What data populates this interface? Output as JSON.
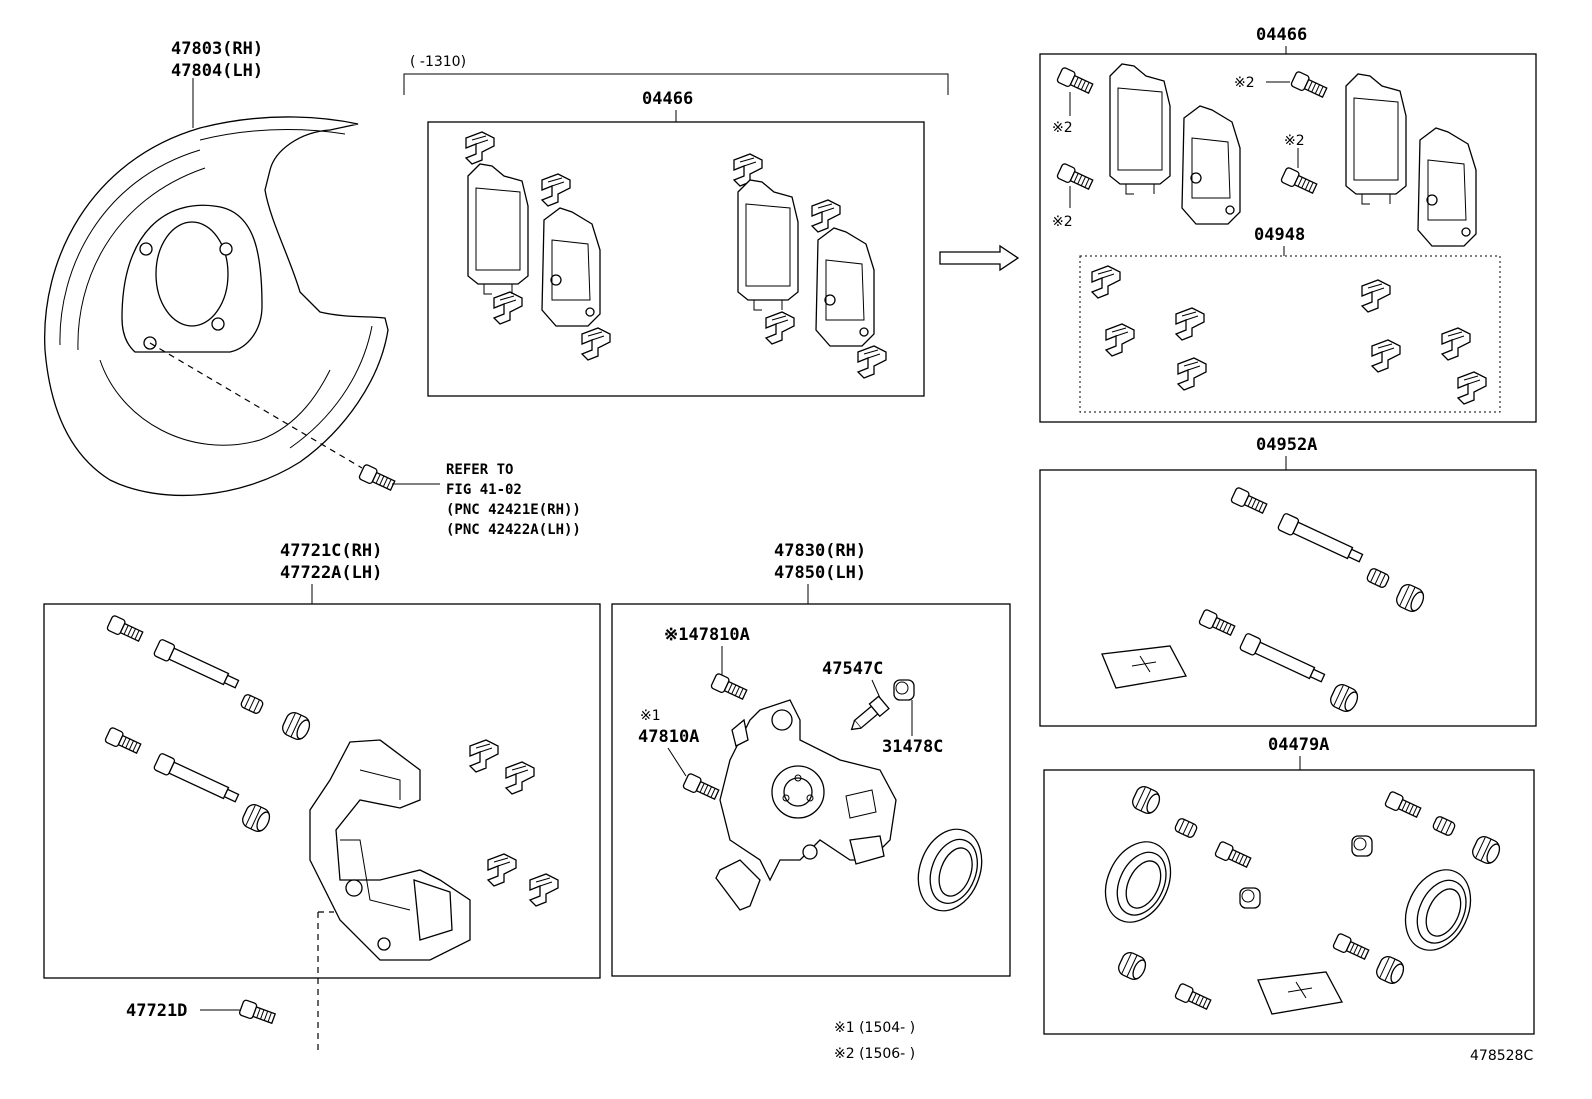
{
  "labels": {
    "dust_cover": [
      "47803(RH)",
      "47804(LH)"
    ],
    "pad_kit_left": "04466",
    "pad_kit_left_range": "(    -1310)",
    "pad_kit_right": "04466",
    "fitting_kit": "04948",
    "guide_kit": "04952A",
    "cylinder_kit": "04479A",
    "mounting": [
      "47721C(RH)",
      "47722A(LH)"
    ],
    "caliper": [
      "47830(RH)",
      "47850(LH)"
    ],
    "bolt_47810a_top": "※147810A",
    "bolt_47810a_mark": "※1",
    "bolt_47810a_code": "47810A",
    "bleeder": "47547C",
    "cap": "31478C",
    "bolt_47721d": "47721D",
    "refer": [
      "REFER TO",
      "FIG 41-02",
      "(PNC 42421E(RH))",
      "(PNC 42422A(LH))"
    ],
    "mark2": "※2",
    "footnote1": "※1 (1504-      )",
    "footnote2": "※2 (1506-      )",
    "diagram_id": "478528C"
  }
}
